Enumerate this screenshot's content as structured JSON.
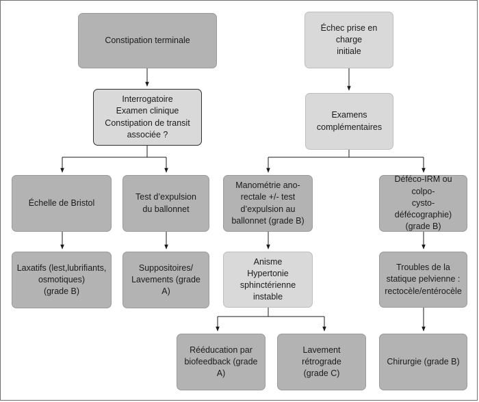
{
  "nodes": {
    "constipation_terminale": "Constipation terminale",
    "echec": "Échec prise en charge\ninitiale",
    "interrogatoire": "Interrogatoire\nExamen clinique\nConstipation de transit\nassociée ?",
    "examens": "Examens\ncomplémentaires",
    "bristol": "Échelle de Bristol",
    "expulsion": "Test d’expulsion\ndu ballonnet",
    "manometrie": "Manométrie ano-\nrectale +/- test\nd’expulsion au\nballonnet (grade B)",
    "defeco": "Déféco-IRM ou colpo-\ncysto-défécographie)\n(grade B)",
    "laxatifs": "Laxatifs (lest,lubrifiants,\nosmotiques)\n(grade B)",
    "suppositoires": "Suppositoires/\nLavements (grade A)",
    "anisme": "Anisme\nHypertonie\nsphinctérienne\ninstable",
    "troubles": "Troubles de la\nstatique pelvienne :\nrectocèle/entérocèle",
    "reeducation": "Rééducation par\nbiofeedback (grade A)",
    "lavement": "Lavement rétrograde\n(grade C)",
    "chirurgie": "Chirurgie (grade B)"
  }
}
